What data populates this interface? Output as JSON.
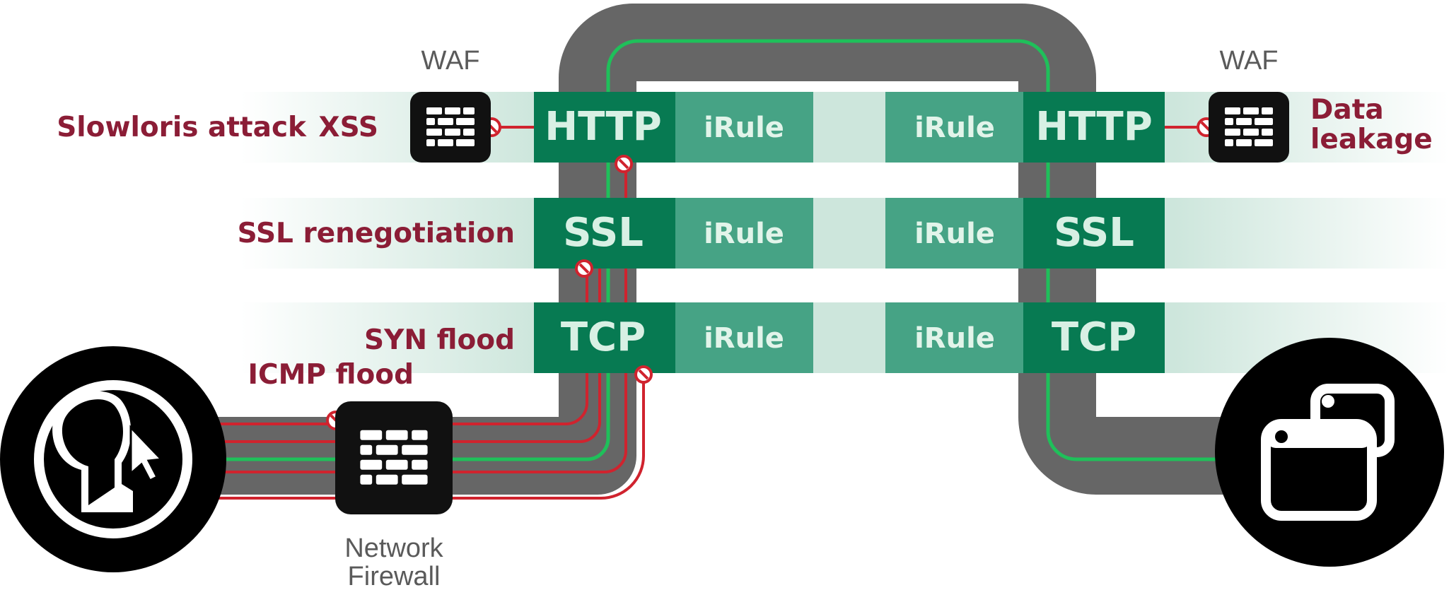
{
  "labels": {
    "waf_left": "WAF",
    "waf_right": "WAF",
    "network_firewall": [
      "Network",
      "Firewall"
    ]
  },
  "layers": {
    "left": [
      "HTTP",
      "SSL",
      "TCP"
    ],
    "right": [
      "HTTP",
      "SSL",
      "TCP"
    ],
    "irule": "iRule"
  },
  "threats": {
    "slowloris": "Slowloris attack",
    "xss": "XSS",
    "ssl_renegotiation": "SSL renegotiation",
    "syn_flood": "SYN flood",
    "icmp_flood": "ICMP flood",
    "data_leakage": [
      "Data",
      "leakage"
    ]
  },
  "colors": {
    "pipe": "#666666",
    "layer_dark": "#077a52",
    "irule": "#46a385",
    "band": "#cde6dc",
    "threat_red": "#8b1d36",
    "block_red": "#d0232e",
    "green_line": "#1fc05a"
  }
}
